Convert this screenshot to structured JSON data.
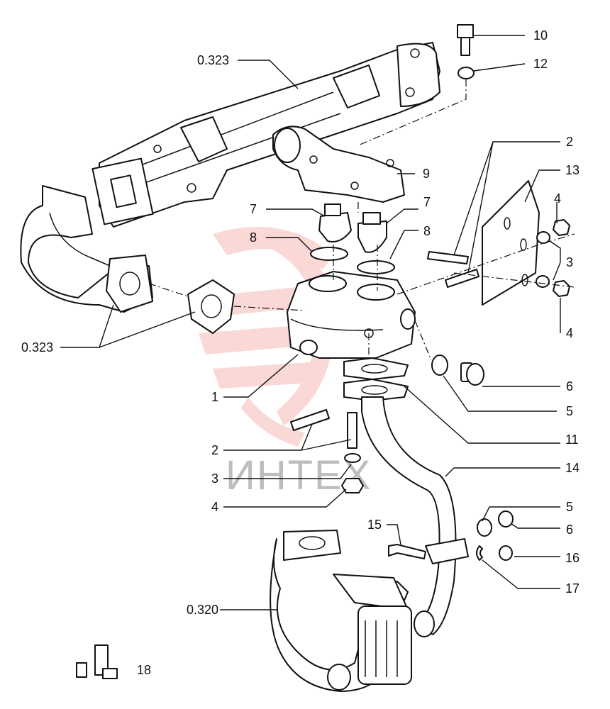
{
  "watermark": {
    "text": "ИНТЕХ",
    "logo_color": "#e8504a"
  },
  "labels": {
    "l0323a": "0.323",
    "l0323b": "0.323",
    "l0320": "0.320",
    "l1": "1",
    "l2a": "2",
    "l2b": "2",
    "l3a": "3",
    "l3b": "3",
    "l4a": "4",
    "l4b": "4",
    "l4c": "4",
    "l5a": "5",
    "l5b": "5",
    "l6a": "6",
    "l6b": "6",
    "l7a": "7",
    "l7b": "7",
    "l8a": "8",
    "l8b": "8",
    "l9": "9",
    "l10": "10",
    "l11": "11",
    "l12": "12",
    "l13": "13",
    "l14": "14",
    "l15": "15",
    "l16": "16",
    "l17": "17",
    "l18": "18"
  }
}
